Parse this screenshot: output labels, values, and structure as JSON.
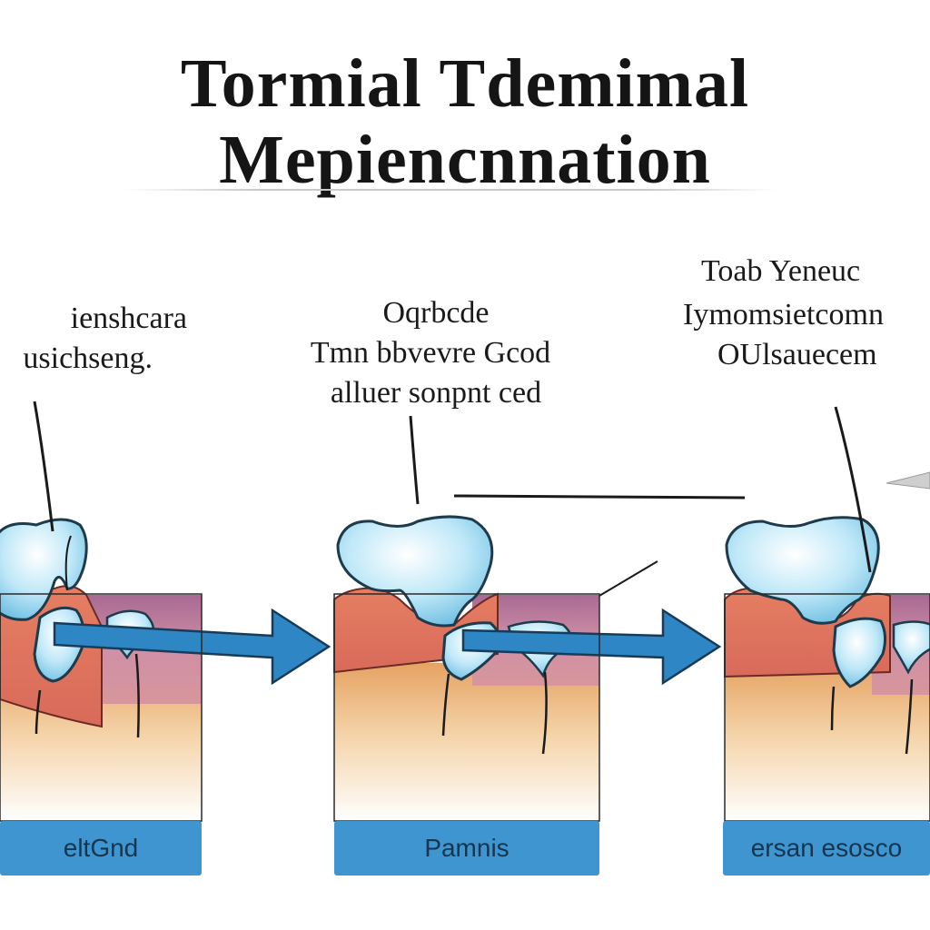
{
  "title": {
    "line1": "Tormial Tdemimal",
    "line2": "Mepiencnnation"
  },
  "panels": [
    {
      "annotation": [
        "ienshcara",
        "usichseng."
      ],
      "caption": "eltGnd"
    },
    {
      "annotation": [
        "Oqrbcde",
        "Tmn bbvevre Gcod",
        "alluer sonpnt ced"
      ],
      "caption": "Pamnis"
    },
    {
      "annotation": [
        "Toab Yeneuc",
        "Iymomsietcomn",
        "OUlsauecem"
      ],
      "caption": "ersan esosco"
    }
  ],
  "colors": {
    "tooth": "#cfeefb",
    "tooth_edge": "#1d3b4a",
    "gum": "#e07a63",
    "tissue_band": "#c7849f",
    "root_band": "#f0c89a",
    "arrow": "#2f86c4",
    "caption_bar": "#3f95cf"
  }
}
